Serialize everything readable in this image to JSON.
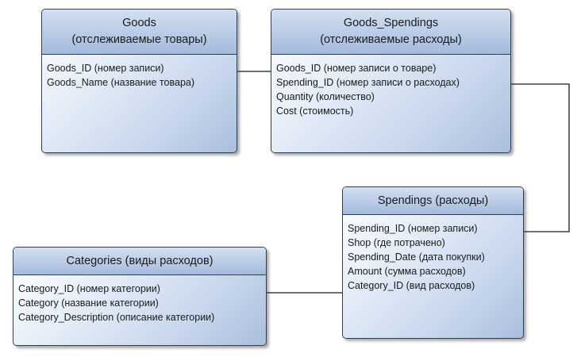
{
  "entities": {
    "goods": {
      "title": "Goods",
      "subtitle": "(отслеживаемые товары)",
      "fields": [
        "Goods_ID (номер записи)",
        "Goods_Name (название товара)"
      ]
    },
    "goods_spendings": {
      "title": "Goods_Spendings",
      "subtitle": "(отслеживаемые расходы)",
      "fields": [
        "Goods_ID (номер записи о товаре)",
        "Spending_ID (номер записи о расходах)",
        "Quantity (количество)",
        "Cost (стоимость)"
      ]
    },
    "spendings": {
      "title": "Spendings (расходы)",
      "fields": [
        "Spending_ID (номер записи)",
        "Shop (где потрачено)",
        "Spending_Date (дата покупки)",
        "Amount (сумма расходов)",
        "Category_ID (вид расходов)"
      ]
    },
    "categories": {
      "title": "Categories (виды расходов)",
      "fields": [
        "Category_ID (номер категории)",
        "Category (название категории)",
        "Category_Description (описание категории)"
      ]
    }
  },
  "colors": {
    "border": "#2f3f58",
    "header": "#b9cbe6",
    "body": "#c9d8ee",
    "connector": "#1a1a1a"
  }
}
